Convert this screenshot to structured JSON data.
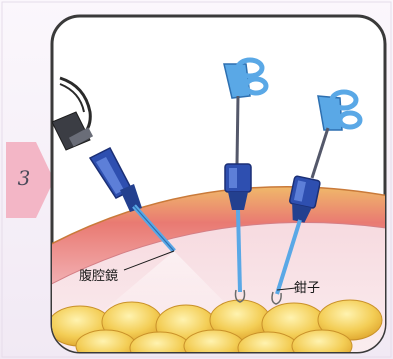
{
  "step": {
    "number": "3"
  },
  "labels": {
    "laparoscope": "腹腔鏡",
    "forceps": "鉗子"
  },
  "colors": {
    "outer_background": "#f6f1f8",
    "panel_background": "#ffffff",
    "panel_border": "#3a3a3a",
    "step_tab": "#f3b6c6",
    "tissue_top": "#e8a35c",
    "tissue_inner": "#e86a7c",
    "fat": "#f2cc52",
    "instrument": "#5aa8e6",
    "trocar": "#2e4fb0",
    "rod": "#54586a"
  },
  "icons": {
    "handle_left": "scissor-handle-icon",
    "handle_right": "scissor-handle-icon"
  }
}
